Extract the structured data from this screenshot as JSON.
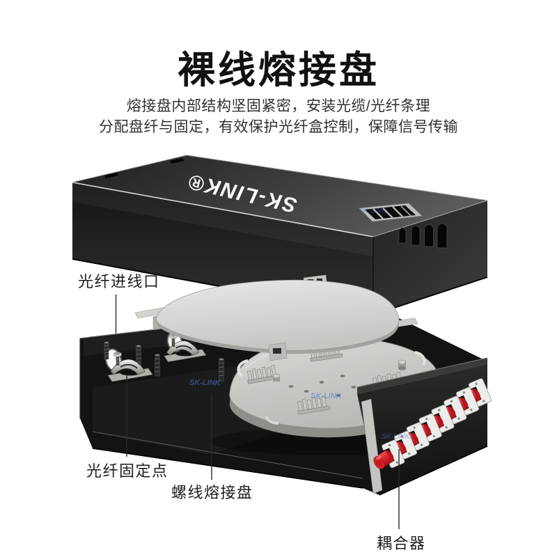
{
  "header": {
    "title": "裸线熔接盘",
    "description_line1": "熔接盘内部结构坚固紧密，安装光缆/光纤条理",
    "description_line2": "分配盘纤与固定，有效保护光纤盒控制，保障信号传输"
  },
  "brand": {
    "cover_logo": "SK-LINK®",
    "watermark": "SK-LINK"
  },
  "callouts": {
    "fiber_inlet": "光纤进线口",
    "fiber_fix_point": "光纤固定点",
    "spiral_splice_tray": "螺线熔接盘",
    "coupler": "耦合器"
  },
  "product": {
    "coupler_count": 8,
    "coupler_color": "#d8232a",
    "cover_color": "#2b2b2b",
    "base_color": "#131313",
    "splice_tray_color": "#cfcfcc",
    "cover_plate_color": "#d9d9d6",
    "watermark_color": "#4a73d0",
    "logo_color": "#fafafa"
  },
  "colors": {
    "title": "#111111",
    "body_text": "#303030",
    "label_text": "#1f1f1f",
    "background": "#ffffff"
  }
}
